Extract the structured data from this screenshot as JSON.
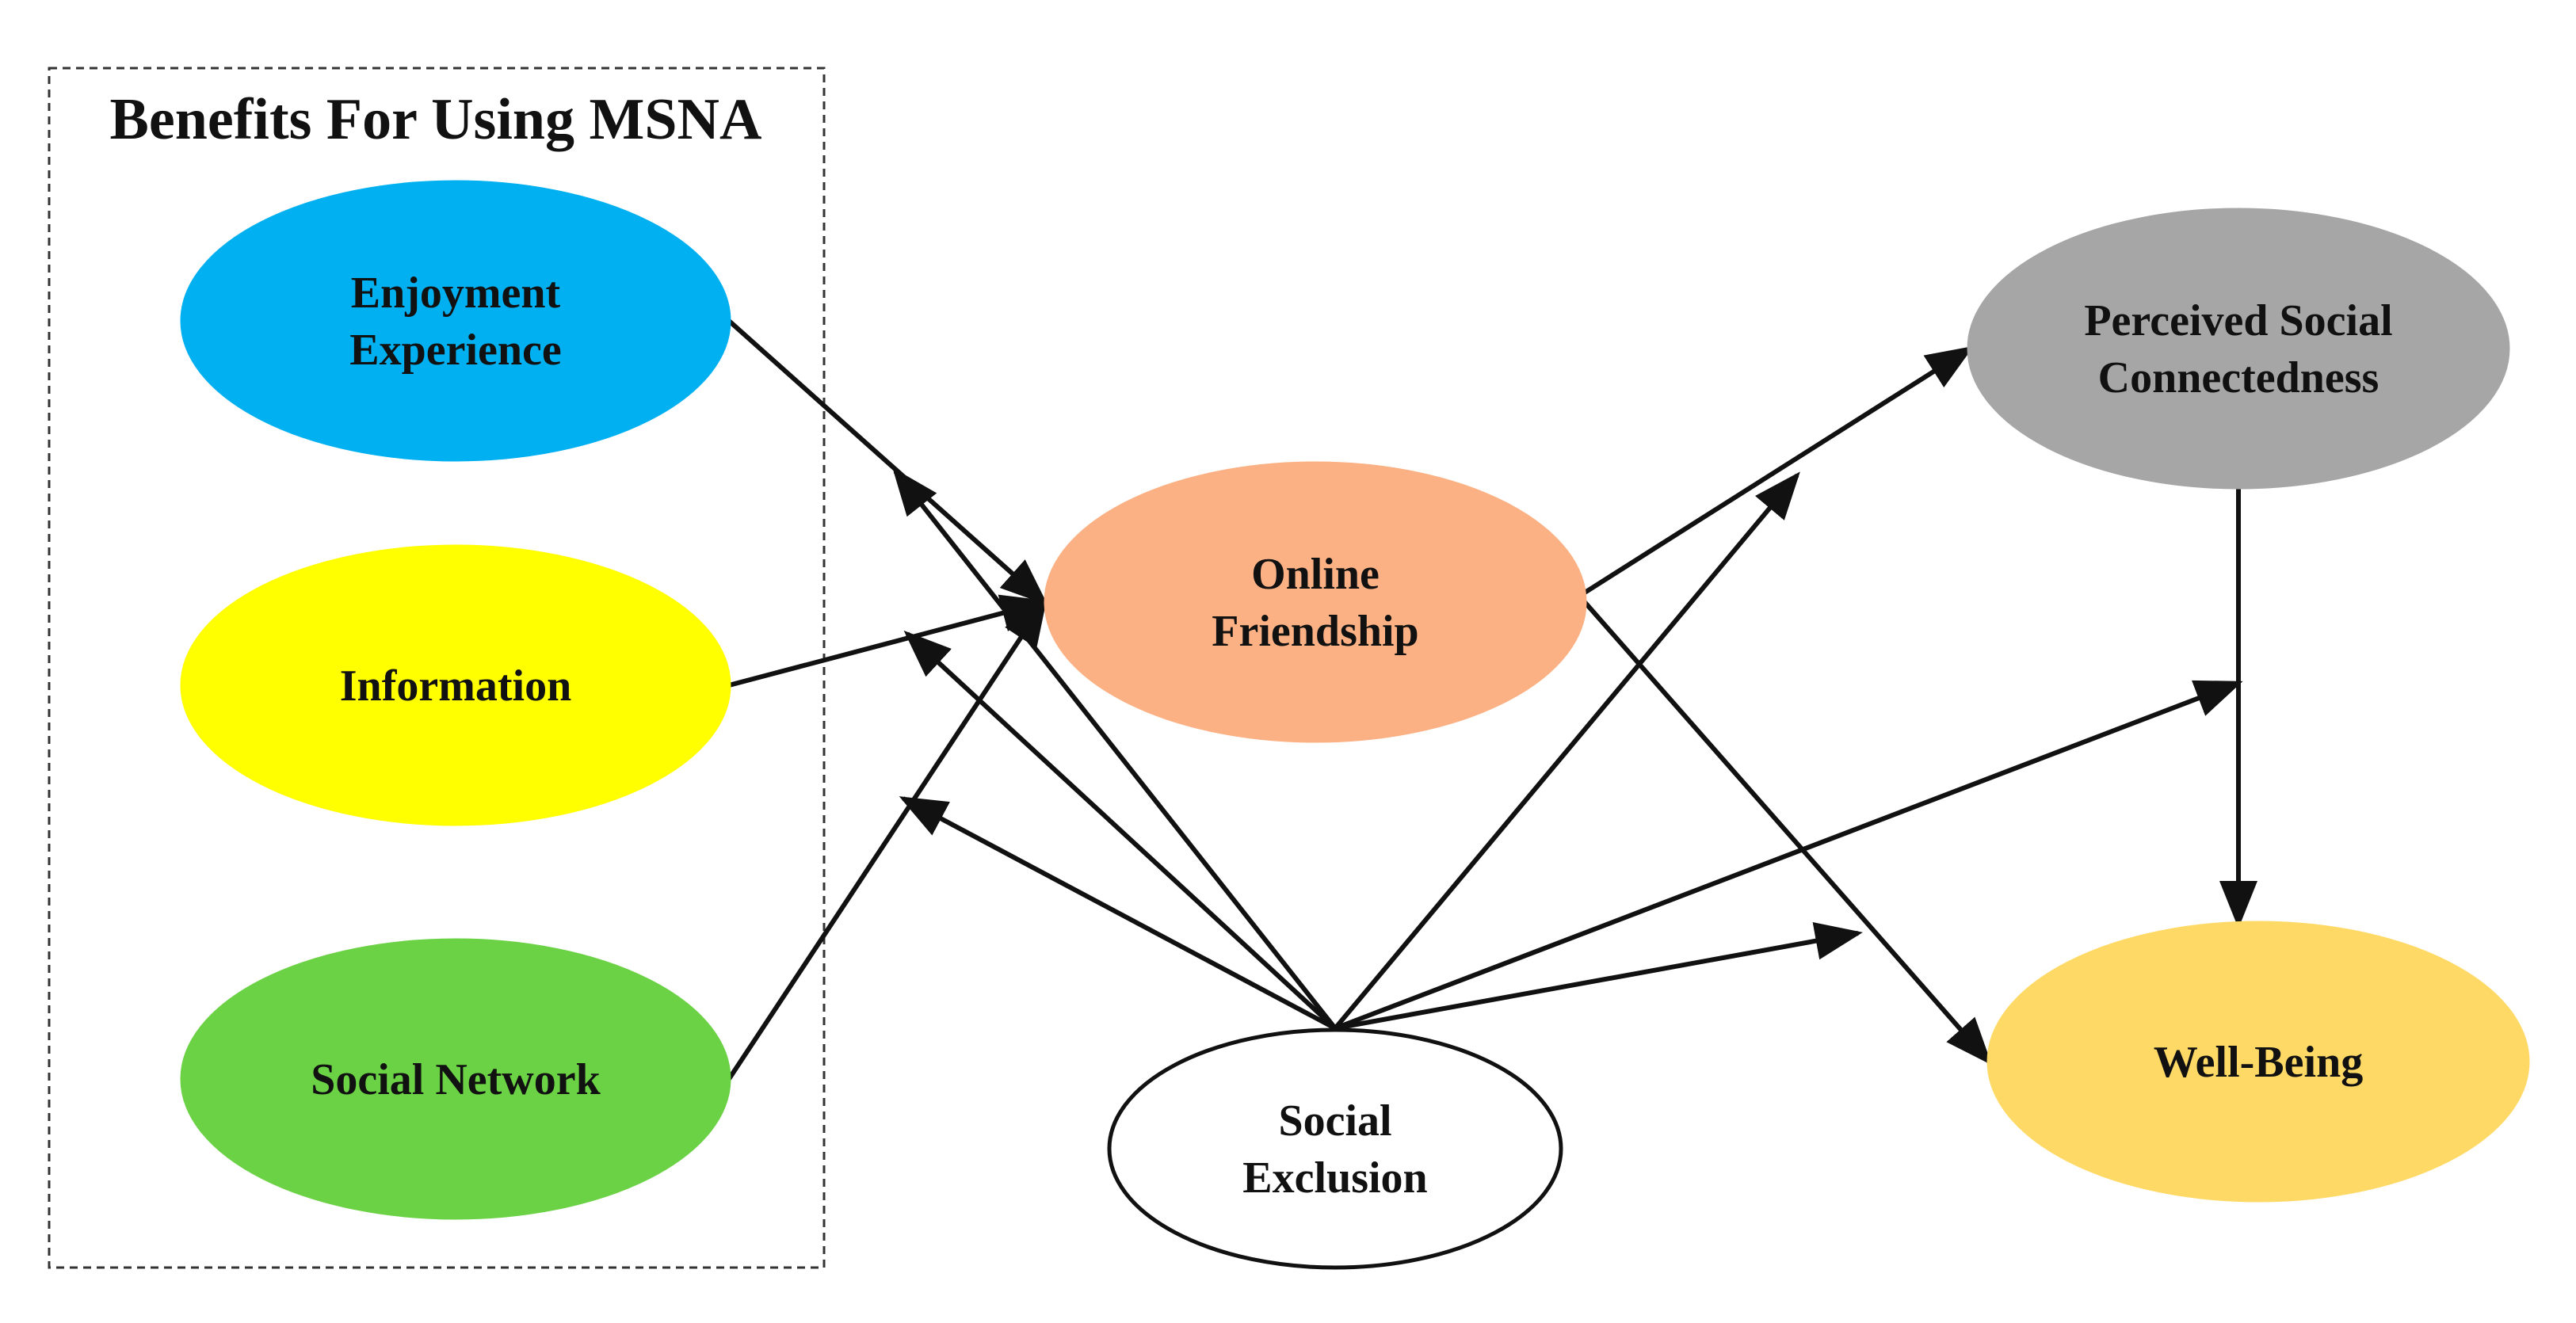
{
  "group": {
    "title": "Benefits For Using MSNA"
  },
  "nodes": [
    {
      "id": "enjoyment",
      "lines": [
        "Enjoyment",
        "Experience"
      ],
      "fill": "#00B0F0",
      "stroke": "#00B0F0"
    },
    {
      "id": "information",
      "lines": [
        "Information"
      ],
      "fill": "#FFFF00",
      "stroke": "#FFFF00"
    },
    {
      "id": "social-network",
      "lines": [
        "Social Network"
      ],
      "fill": "#6AD244",
      "stroke": "#6AD244"
    },
    {
      "id": "online-friendship",
      "lines": [
        "Online",
        "Friendship"
      ],
      "fill": "#FBB184",
      "stroke": "#FBB184"
    },
    {
      "id": "social-exclusion",
      "lines": [
        "Social",
        "Exclusion"
      ],
      "fill": "#FFFFFF",
      "stroke": "#111111"
    },
    {
      "id": "perceived-social-connectedness",
      "lines": [
        "Perceived Social",
        "Connectedness"
      ],
      "fill": "#A6A6A6",
      "stroke": "#A6A6A6"
    },
    {
      "id": "well-being",
      "lines": [
        "Well-Being"
      ],
      "fill": "#FFD966",
      "stroke": "#FFD966"
    }
  ],
  "edges": [
    {
      "id": "enjoyment-to-friendship",
      "kind": "direct",
      "from": "enjoyment",
      "to": "online-friendship"
    },
    {
      "id": "information-to-friendship",
      "kind": "direct",
      "from": "information",
      "to": "online-friendship"
    },
    {
      "id": "social-network-to-friendship",
      "kind": "direct",
      "from": "social-network",
      "to": "online-friendship"
    },
    {
      "id": "friendship-to-connectedness",
      "kind": "direct",
      "from": "online-friendship",
      "to": "perceived-social-connectedness"
    },
    {
      "id": "friendship-to-wellbeing",
      "kind": "direct",
      "from": "online-friendship",
      "to": "well-being"
    },
    {
      "id": "connectedness-to-wellbeing",
      "kind": "direct",
      "from": "perceived-social-connectedness",
      "to": "well-being"
    },
    {
      "id": "exclusion-moderates-enjoyment-path",
      "kind": "moderation",
      "from": "social-exclusion",
      "to": "enjoyment-to-friendship"
    },
    {
      "id": "exclusion-moderates-information-path",
      "kind": "moderation",
      "from": "social-exclusion",
      "to": "information-to-friendship"
    },
    {
      "id": "exclusion-moderates-social-network-path",
      "kind": "moderation",
      "from": "social-exclusion",
      "to": "social-network-to-friendship"
    },
    {
      "id": "exclusion-moderates-connectedness-path",
      "kind": "moderation",
      "from": "social-exclusion",
      "to": "friendship-to-connectedness"
    },
    {
      "id": "exclusion-moderates-wellbeing-path",
      "kind": "moderation",
      "from": "social-exclusion",
      "to": "friendship-to-wellbeing"
    },
    {
      "id": "exclusion-moderates-connectedness-wellbeing-path",
      "kind": "moderation",
      "from": "social-exclusion",
      "to": "connectedness-to-wellbeing"
    }
  ]
}
